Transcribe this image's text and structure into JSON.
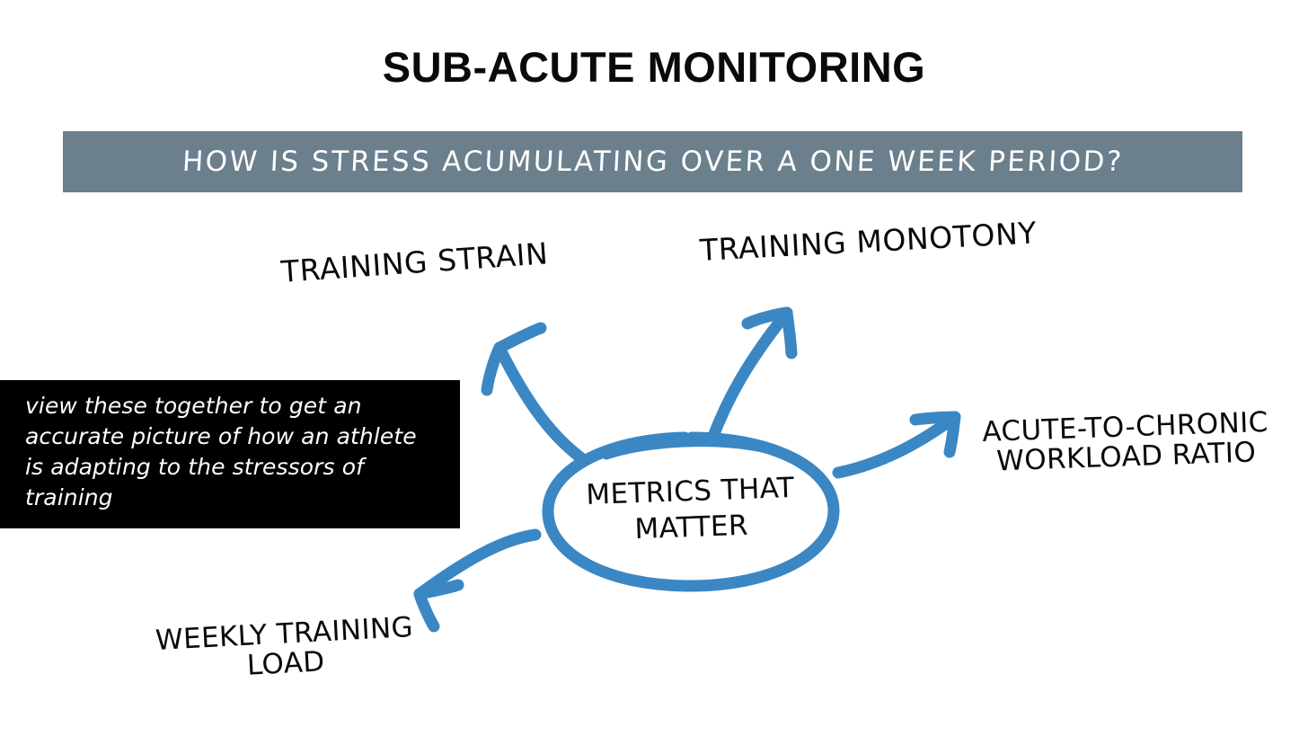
{
  "slide": {
    "title": "SUB-ACUTE MONITORING",
    "subtitle": "HOW IS STRESS ACUMULATING OVER A ONE WEEK PERIOD?",
    "background_color": "#ffffff"
  },
  "subtitle_band": {
    "background_color": "#6c7f8d",
    "text_color": "#ffffff"
  },
  "callout": {
    "text": "view these together to get an accurate picture of how an athlete is adapting to the stressors of training",
    "background_color": "#000000",
    "text_color": "#ffffff"
  },
  "diagram": {
    "accent_color": "#3b87c4",
    "center": {
      "line1": "METRICS THAT",
      "line2": "MATTER"
    },
    "nodes": [
      {
        "id": "training-strain",
        "label": "TRAINING STRAIN",
        "line1": "TRAINING STRAIN",
        "line2": "",
        "direction": "upper-left"
      },
      {
        "id": "training-monotony",
        "label": "TRAINING MONOTONY",
        "line1": "TRAINING MONOTONY",
        "line2": "",
        "direction": "upper-right"
      },
      {
        "id": "acute-to-chronic-workload-ratio",
        "label": "ACUTE-TO-CHRONIC WORKLOAD RATIO",
        "line1": "ACUTE-TO-CHRONIC",
        "line2": "WORKLOAD RATIO",
        "direction": "right"
      },
      {
        "id": "weekly-training-load",
        "label": "WEEKLY TRAINING LOAD",
        "line1": "WEEKLY TRAINING",
        "line2": "LOAD",
        "direction": "lower-left"
      }
    ]
  }
}
